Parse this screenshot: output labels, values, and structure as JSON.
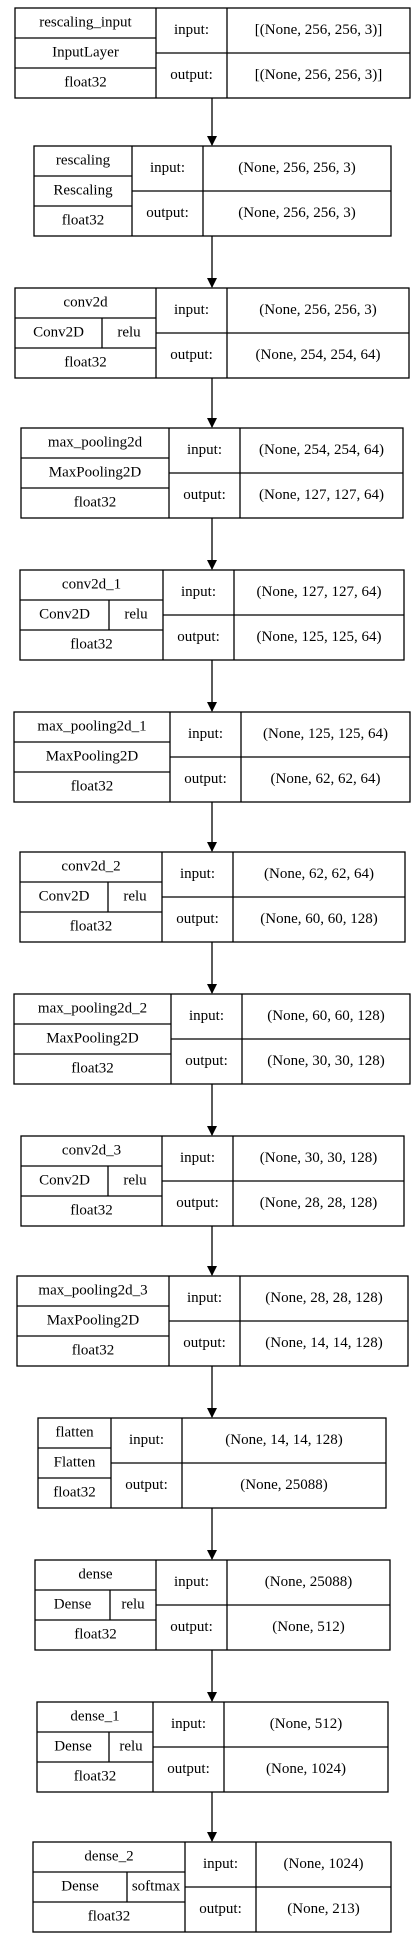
{
  "layers": [
    {
      "name": "rescaling_input",
      "type": "InputLayer",
      "activation": "",
      "dtype": "float32",
      "input": "[(None, 256, 256, 3)]",
      "output": "[(None, 256, 256, 3)]"
    },
    {
      "name": "rescaling",
      "type": "Rescaling",
      "activation": "",
      "dtype": "float32",
      "input": "(None, 256, 256, 3)",
      "output": "(None, 256, 256, 3)"
    },
    {
      "name": "conv2d",
      "type": "Conv2D",
      "activation": "relu",
      "dtype": "float32",
      "input": "(None, 256, 256, 3)",
      "output": "(None, 254, 254, 64)"
    },
    {
      "name": "max_pooling2d",
      "type": "MaxPooling2D",
      "activation": "",
      "dtype": "float32",
      "input": "(None, 254, 254, 64)",
      "output": "(None, 127, 127, 64)"
    },
    {
      "name": "conv2d_1",
      "type": "Conv2D",
      "activation": "relu",
      "dtype": "float32",
      "input": "(None, 127, 127, 64)",
      "output": "(None, 125, 125, 64)"
    },
    {
      "name": "max_pooling2d_1",
      "type": "MaxPooling2D",
      "activation": "",
      "dtype": "float32",
      "input": "(None, 125, 125, 64)",
      "output": "(None, 62, 62, 64)"
    },
    {
      "name": "conv2d_2",
      "type": "Conv2D",
      "activation": "relu",
      "dtype": "float32",
      "input": "(None, 62, 62, 64)",
      "output": "(None, 60, 60, 128)"
    },
    {
      "name": "max_pooling2d_2",
      "type": "MaxPooling2D",
      "activation": "",
      "dtype": "float32",
      "input": "(None, 60, 60, 128)",
      "output": "(None, 30, 30, 128)"
    },
    {
      "name": "conv2d_3",
      "type": "Conv2D",
      "activation": "relu",
      "dtype": "float32",
      "input": "(None, 30, 30, 128)",
      "output": "(None, 28, 28, 128)"
    },
    {
      "name": "max_pooling2d_3",
      "type": "MaxPooling2D",
      "activation": "",
      "dtype": "float32",
      "input": "(None, 28, 28, 128)",
      "output": "(None, 14, 14, 128)"
    },
    {
      "name": "flatten",
      "type": "Flatten",
      "activation": "",
      "dtype": "float32",
      "input": "(None, 14, 14, 128)",
      "output": "(None, 25088)"
    },
    {
      "name": "dense",
      "type": "Dense",
      "activation": "relu",
      "dtype": "float32",
      "input": "(None, 25088)",
      "output": "(None, 512)"
    },
    {
      "name": "dense_1",
      "type": "Dense",
      "activation": "relu",
      "dtype": "float32",
      "input": "(None, 512)",
      "output": "(None, 1024)"
    },
    {
      "name": "dense_2",
      "type": "Dense",
      "activation": "softmax",
      "dtype": "float32",
      "input": "(None, 1024)",
      "output": "(None, 213)"
    }
  ],
  "labels": {
    "input": "input:",
    "output": "output:"
  }
}
